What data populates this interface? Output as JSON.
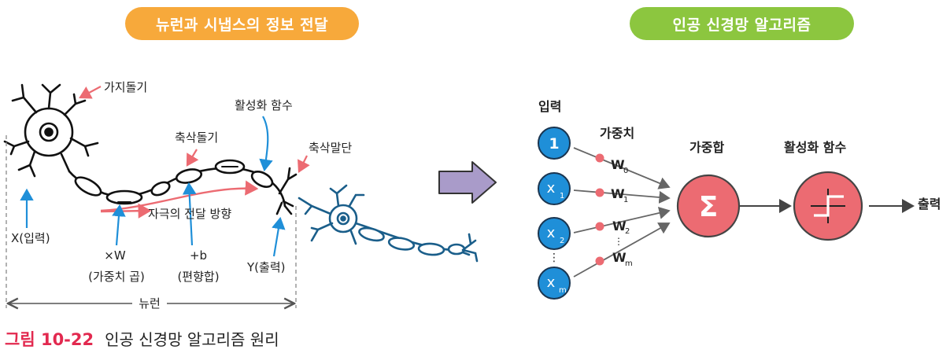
{
  "headers": {
    "left": "뉴런과 시냅스의 정보 전달",
    "right": "인공 신경망 알고리즘"
  },
  "neuron": {
    "dendrite": "가지돌기",
    "axon_node": "축삭돌기",
    "activation": "활성화 함수",
    "axon_terminal": "축삭말단",
    "direction": "자극의 전달 방향",
    "input": "X(입력)",
    "weight": "×W",
    "weight_desc": "(가중치 곱)",
    "bias": "+b",
    "bias_desc": "(편향합)",
    "output": "Y(출력)",
    "neuron": "뉴런"
  },
  "ann": {
    "input_label": "입력",
    "weight_label": "가중치",
    "sum_label": "가중합",
    "activation_label": "활성화 함수",
    "output_label": "출력",
    "sum_symbol": "Σ",
    "inputs": [
      {
        "main": "1",
        "sub": ""
      },
      {
        "main": "x",
        "sub": "1"
      },
      {
        "main": "x",
        "sub": "2"
      },
      {
        "main": "x",
        "sub": "m"
      }
    ],
    "weights": [
      {
        "main": "W",
        "sub": "0"
      },
      {
        "main": "W",
        "sub": "1"
      },
      {
        "main": "W",
        "sub": "2"
      },
      {
        "main": "W",
        "sub": "m"
      }
    ],
    "dots": "⋮"
  },
  "caption": {
    "number": "그림 10-22",
    "title": "인공 신경망 알고리즘 원리"
  },
  "colors": {
    "orange": "#f7a93b",
    "green": "#8cc63f",
    "blue": "#1f8fd8",
    "red": "#ec6b72",
    "purple": "#a99bc9",
    "teal": "#1a5e8a"
  }
}
